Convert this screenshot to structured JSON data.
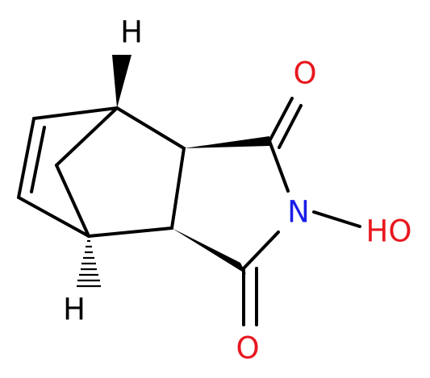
{
  "colors": {
    "carbon_bond": "#000000",
    "hydrogen": "#000000",
    "oxygen": "#e8171f",
    "nitrogen": "#1a1ee6"
  },
  "atoms": {
    "h_top": "H",
    "h_bottom": "H",
    "o_top": "O",
    "o_bottom": "O",
    "n": "N",
    "oh": "HO"
  }
}
